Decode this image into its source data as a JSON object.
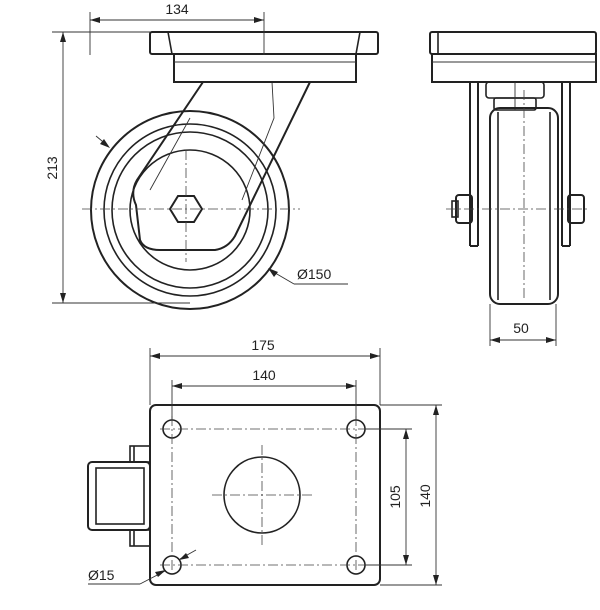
{
  "dimensions": {
    "top_plate_width": "134",
    "overall_height": "213",
    "wheel_diameter": "Ø150",
    "wheel_width": "50",
    "plate_width": "175",
    "hole_spacing_x": "140",
    "hole_spacing_y": "105",
    "plate_depth": "140",
    "hole_diameter": "Ø15"
  },
  "colors": {
    "line": "#222222",
    "background": "#ffffff"
  }
}
